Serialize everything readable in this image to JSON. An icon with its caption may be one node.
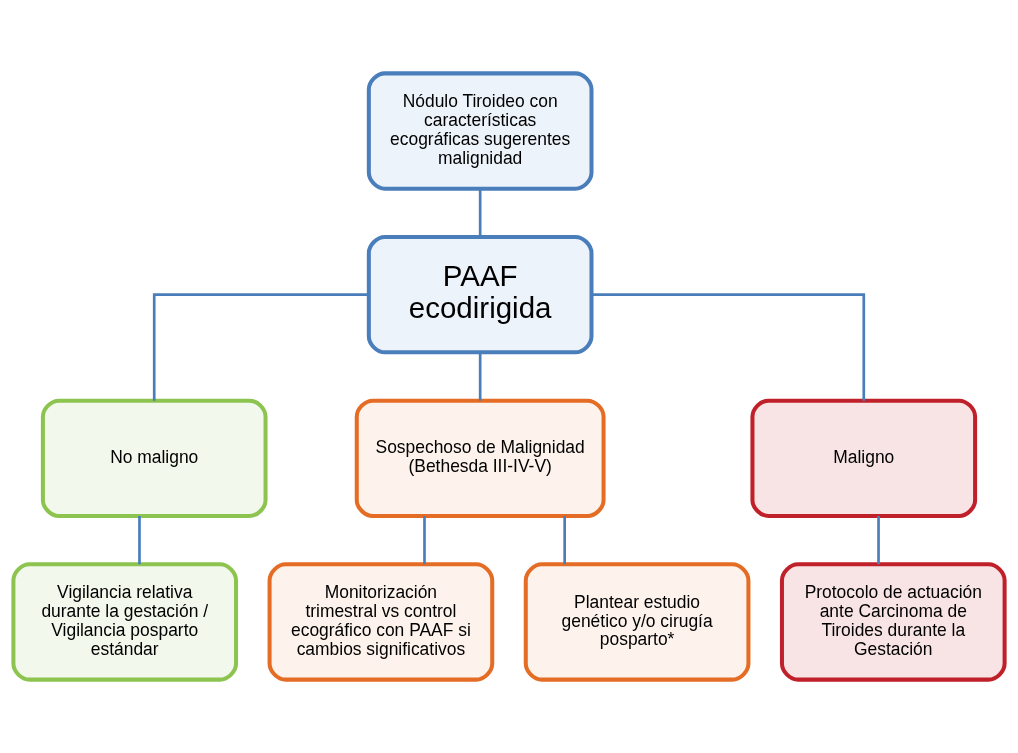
{
  "diagram": {
    "nodes": [
      {
        "text": [
          "Nódulo Tiroideo con características ecográficas sugerentes malignidad"
        ]
      },
      {
        "text": [
          "PAAF ecodirigida"
        ]
      },
      {
        "text": [
          "No maligno"
        ]
      },
      {
        "text": [
          "Sospechoso de Malignidad",
          "(Bethesda III-IV-V)"
        ]
      },
      {
        "text": [
          "Maligno"
        ]
      },
      {
        "text": [
          "Vigilancia relativa durante la gestación / Vigilancia posparto estándar"
        ]
      },
      {
        "text": [
          "Monitorización trimestral vs control ecográfico con PAAF si cambios significativos"
        ]
      },
      {
        "text": [
          "Plantear estudio genético y/o cirugía posparto*"
        ]
      },
      {
        "text": [
          "Protocolo de actuación ante Carcinoma de Tiroides durante la Gestación"
        ]
      }
    ],
    "edges": [
      {
        "from": 0,
        "to": 1,
        "arrow": "none"
      },
      {
        "from": 1,
        "to": 2,
        "arrow": "none"
      },
      {
        "from": 1,
        "to": 3,
        "arrow": "none"
      },
      {
        "from": 1,
        "to": 4,
        "arrow": "none"
      },
      {
        "from": 2,
        "to": 5,
        "arrow": "none"
      },
      {
        "from": 3,
        "to": 6,
        "arrow": "none"
      },
      {
        "from": 3,
        "to": 7,
        "arrow": "none"
      },
      {
        "from": 4,
        "to": 8,
        "arrow": "none"
      }
    ]
  }
}
